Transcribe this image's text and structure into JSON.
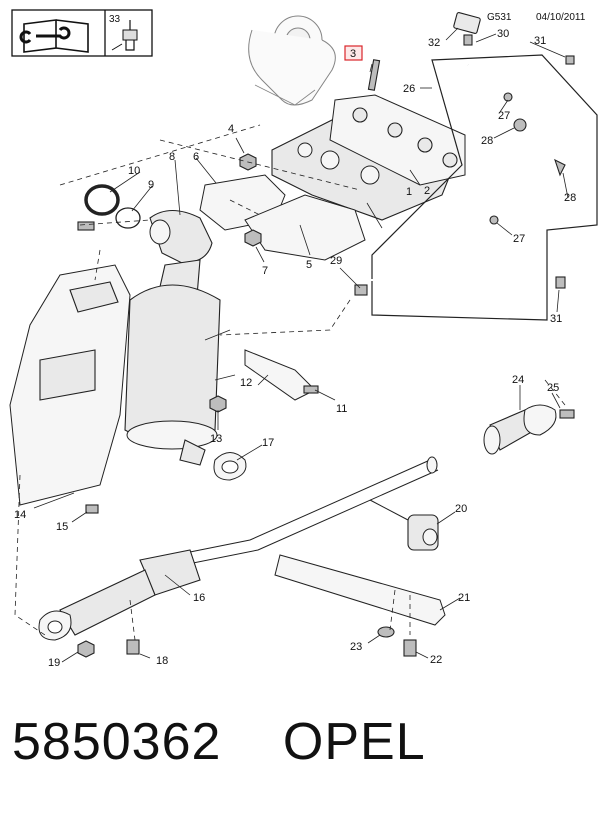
{
  "header": {
    "figure_code": "G531",
    "date": "04/10/2011",
    "legend_item_number": "33"
  },
  "callouts": {
    "c1": "1",
    "c2": "2",
    "c3": "3",
    "c4": "4",
    "c5": "5",
    "c6": "6",
    "c7": "7",
    "c8": "8",
    "c9": "9",
    "c10": "10",
    "c11": "11",
    "c12": "12",
    "c13": "13",
    "c14": "14",
    "c15": "15",
    "c16": "16",
    "c17": "17",
    "c18": "18",
    "c19": "19",
    "c20": "20",
    "c21": "21",
    "c22": "22",
    "c23": "23",
    "c24": "24",
    "c25": "25",
    "c26": "26",
    "c27a": "27",
    "c27b": "27",
    "c28a": "28",
    "c28b": "28",
    "c29": "29",
    "c30": "30",
    "c31a": "31",
    "c31b": "31",
    "c32": "32"
  },
  "highlight_color": "#d9252a",
  "footer": {
    "part_number": "5850362",
    "brand": "OPEL"
  }
}
